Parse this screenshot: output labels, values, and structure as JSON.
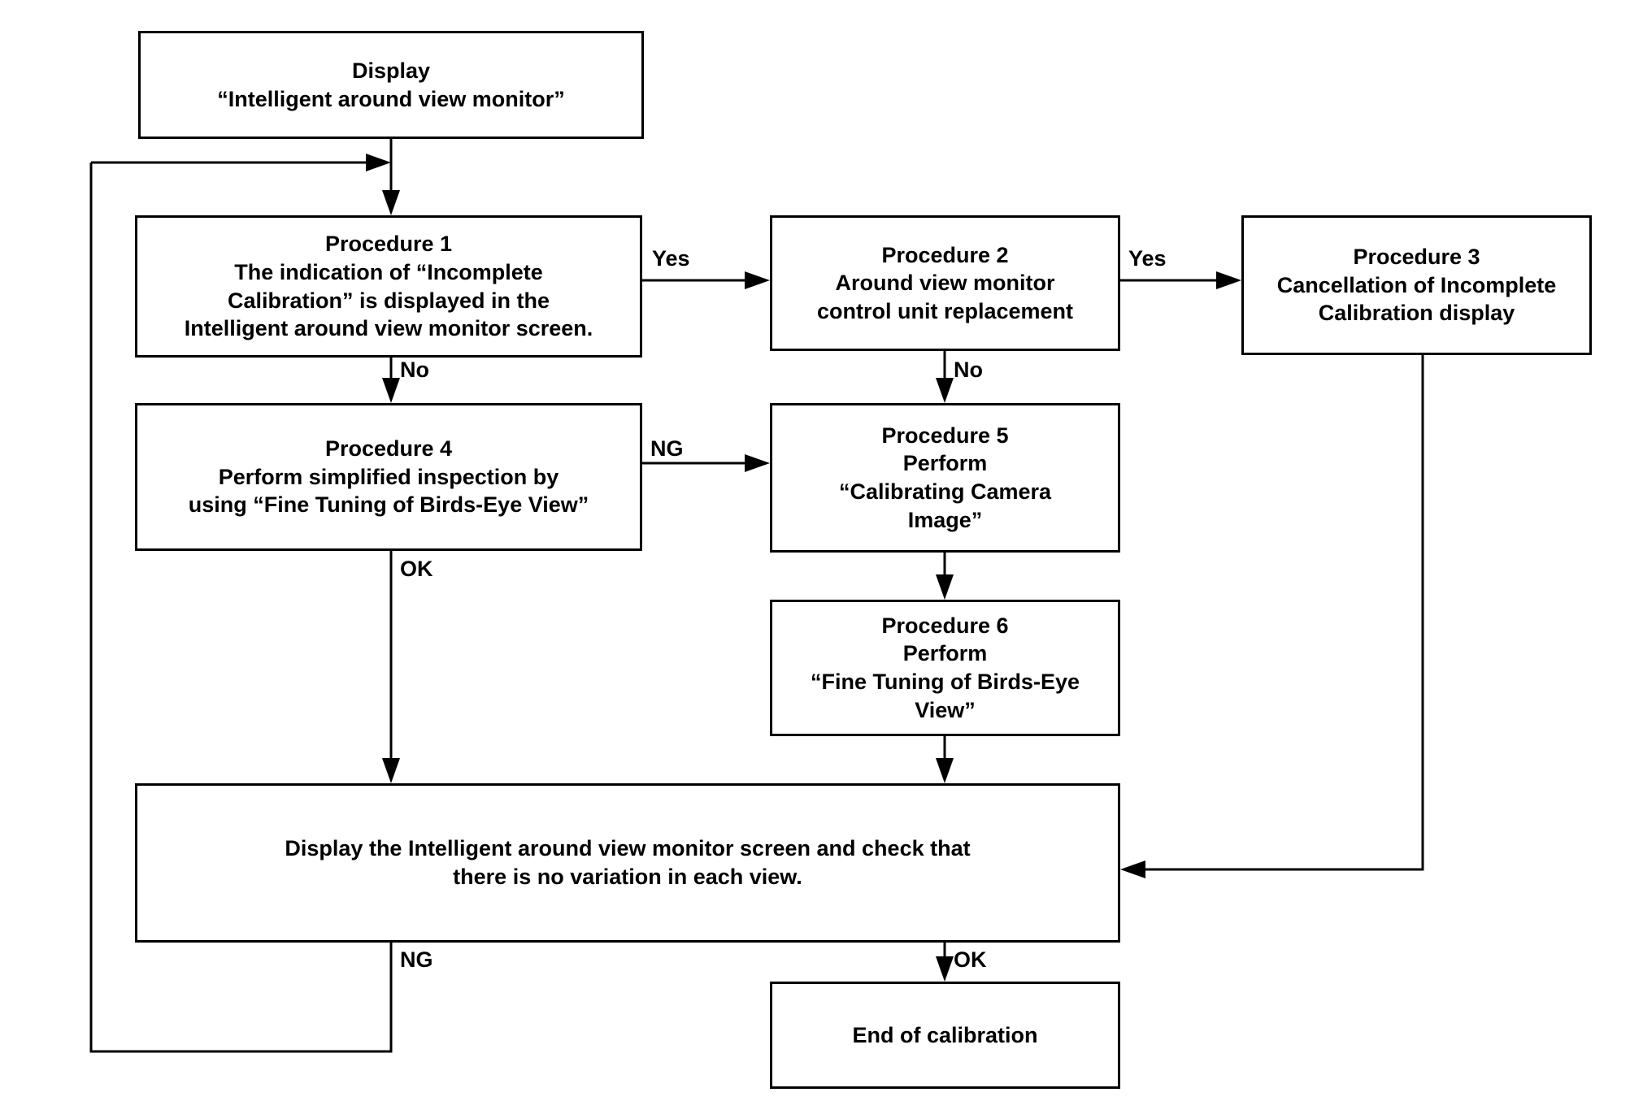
{
  "diagram": {
    "title": "Around view monitor calibration flowchart",
    "background_color": "#ffffff",
    "line_color": "#000000",
    "text_color": "#000000",
    "nodes": [
      {
        "id": "display-start",
        "label": "Display\n“Intelligent around view monitor”"
      },
      {
        "id": "procedure-1",
        "label": "Procedure 1\nThe indication of “Incomplete\nCalibration” is displayed in the\nIntelligent around view monitor screen."
      },
      {
        "id": "procedure-2",
        "label": "Procedure 2\nAround view monitor\ncontrol unit replacement"
      },
      {
        "id": "procedure-3",
        "label": "Procedure 3\nCancellation of Incomplete\nCalibration display"
      },
      {
        "id": "procedure-4",
        "label": "Procedure 4\nPerform simplified inspection by\nusing “Fine Tuning of Birds-Eye View”"
      },
      {
        "id": "procedure-5",
        "label": "Procedure 5\nPerform\n“Calibrating Camera\nImage”"
      },
      {
        "id": "procedure-6",
        "label": "Procedure 6\nPerform\n“Fine Tuning of Birds-Eye\nView”"
      },
      {
        "id": "display-check",
        "label": "Display the Intelligent around view monitor screen and check that\nthere is no variation in each view."
      },
      {
        "id": "end-of-calibration",
        "label": "End of calibration"
      }
    ],
    "edge_labels": [
      {
        "id": "yes-1",
        "text": "Yes"
      },
      {
        "id": "no-1",
        "text": "No"
      },
      {
        "id": "yes-2",
        "text": "Yes"
      },
      {
        "id": "no-2",
        "text": "No"
      },
      {
        "id": "ng-1",
        "text": "NG"
      },
      {
        "id": "ok-1",
        "text": "OK"
      },
      {
        "id": "ng-2",
        "text": "NG"
      },
      {
        "id": "ok-2",
        "text": "OK"
      }
    ]
  }
}
